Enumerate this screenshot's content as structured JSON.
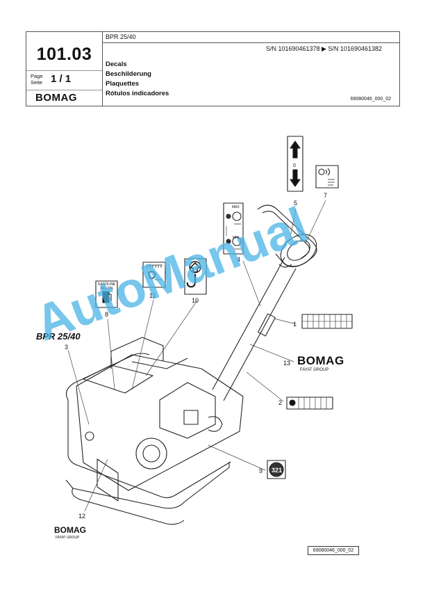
{
  "header": {
    "code": "101.03",
    "page_label_1": "Page",
    "page_label_2": "Seite",
    "page_value": "1 / 1",
    "logo": "BOMAG",
    "model": "BPR 25/40",
    "serial_range": "S/N 101690461378  ▶  S/N 101690461382",
    "titles": [
      "Decals",
      "Beschilderung",
      "Plaquettes",
      "Rótulos indicadores"
    ],
    "doc_number": "69080046_000_02"
  },
  "drawing": {
    "callouts": [
      "1",
      "2",
      "3",
      "4",
      "5",
      "7",
      "8",
      "9",
      "10",
      "11",
      "12",
      "13"
    ],
    "decals": {
      "bpr_logo": "BPR 25/40",
      "bomag_logo": "BOMAG",
      "bomag_subtitle": "FAYAT GROUP",
      "bomag_bottom": "BOMAG",
      "bomag_bottom_subtitle": "FAYAT GROUP",
      "switch_zero": "0",
      "max_label": "MAX",
      "min_label": "MIN",
      "gasoline": "GASOLINE BENZIN",
      "seal_321": "321"
    },
    "doc_number": "69080046_000_02"
  },
  "watermark": "AutoManual"
}
